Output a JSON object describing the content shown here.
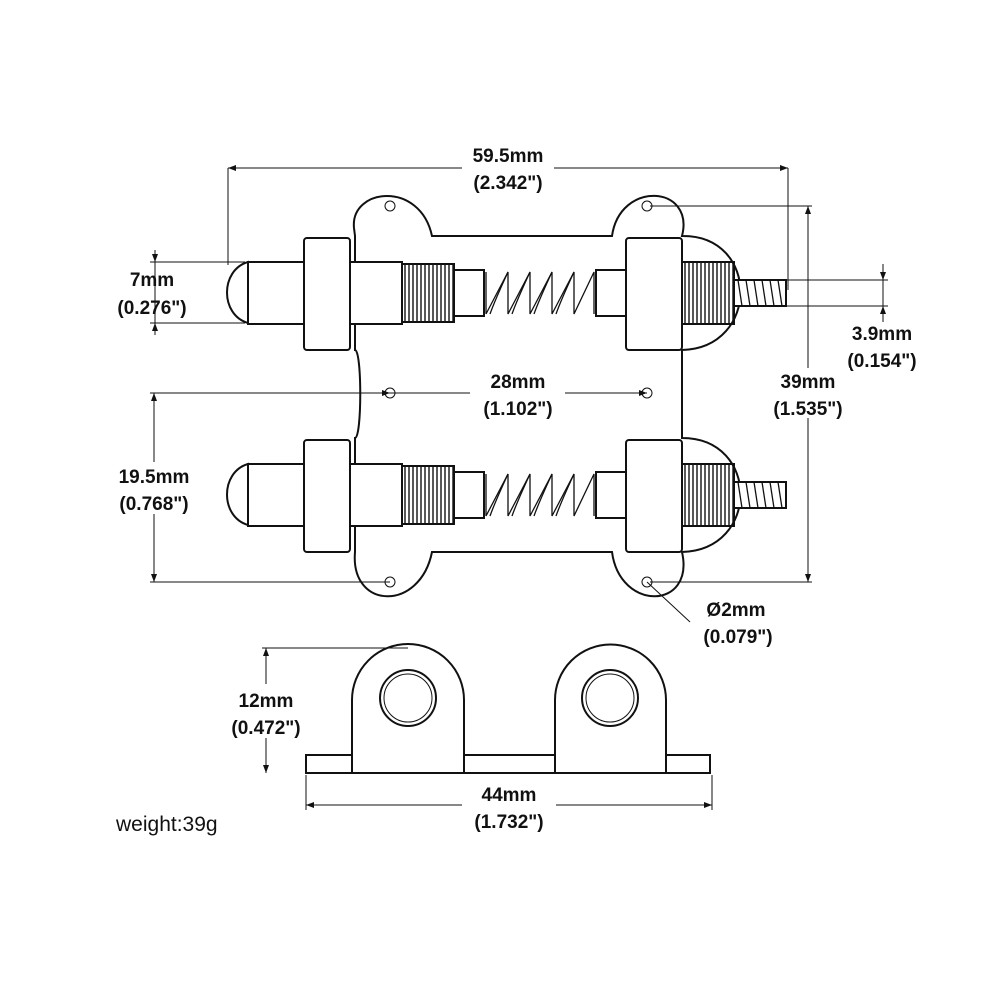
{
  "dimensions": {
    "overall_length": {
      "metric": "59.5mm",
      "imperial": "(2.342\")"
    },
    "shaft_diameter": {
      "metric": "7mm",
      "imperial": "(0.276\")"
    },
    "thread_diameter": {
      "metric": "3.9mm",
      "imperial": "(0.154\")"
    },
    "overall_width": {
      "metric": "39mm",
      "imperial": "(1.535\")"
    },
    "hole_spacing": {
      "metric": "28mm",
      "imperial": "(1.102\")"
    },
    "shaft_spacing": {
      "metric": "19.5mm",
      "imperial": "(0.768\")"
    },
    "hole_diameter": {
      "metric": "Ø2mm",
      "imperial": "(0.079\")"
    },
    "bracket_height": {
      "metric": "12mm",
      "imperial": "(0.472\")"
    },
    "base_length": {
      "metric": "44mm",
      "imperial": "(1.732\")"
    }
  },
  "weight": "weight:39g",
  "colors": {
    "line": "#111111",
    "background": "#ffffff"
  }
}
